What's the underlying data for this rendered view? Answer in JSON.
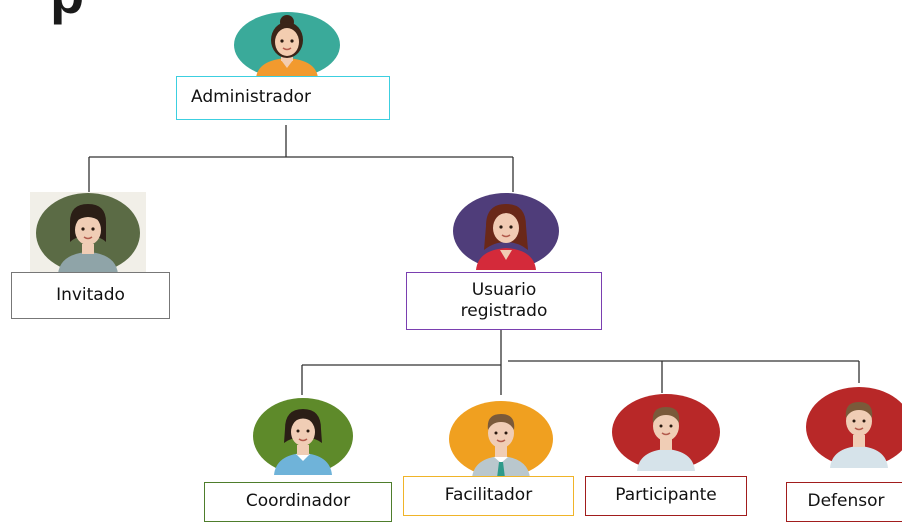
{
  "diagram": {
    "title_fragment": "p",
    "nodes": {
      "administrador": {
        "label": "Administrador",
        "color": "#3ccfe0",
        "avatar": "woman-icon",
        "avatar_bg": "#3aaa9a"
      },
      "invitado": {
        "label": "Invitado",
        "color": "#777777",
        "avatar": "woman-icon",
        "avatar_bg": "#5b6b45"
      },
      "usuario_registrado": {
        "label": "Usuario\nregistrado",
        "color": "#7a3fb0",
        "avatar": "woman-icon",
        "avatar_bg": "#4f3d7a"
      },
      "coordinador": {
        "label": "Coordinador",
        "color": "#4e7d2c",
        "avatar": "woman-icon",
        "avatar_bg": "#5e8a2a"
      },
      "facilitador": {
        "label": "Facilitador",
        "color": "#f0b429",
        "avatar": "man-icon",
        "avatar_bg": "#f0a020"
      },
      "participante": {
        "label": "Participante",
        "color": "#a11d1d",
        "avatar": "man-icon",
        "avatar_bg": "#b82828"
      },
      "defensor": {
        "label": "Defensor",
        "color": "#a11d1d",
        "avatar": "man-icon",
        "avatar_bg": "#b82828"
      }
    },
    "edges": [
      [
        "administrador",
        "invitado"
      ],
      [
        "administrador",
        "usuario_registrado"
      ],
      [
        "usuario_registrado",
        "coordinador"
      ],
      [
        "usuario_registrado",
        "facilitador"
      ],
      [
        "usuario_registrado",
        "participante"
      ],
      [
        "usuario_registrado",
        "defensor"
      ]
    ]
  }
}
